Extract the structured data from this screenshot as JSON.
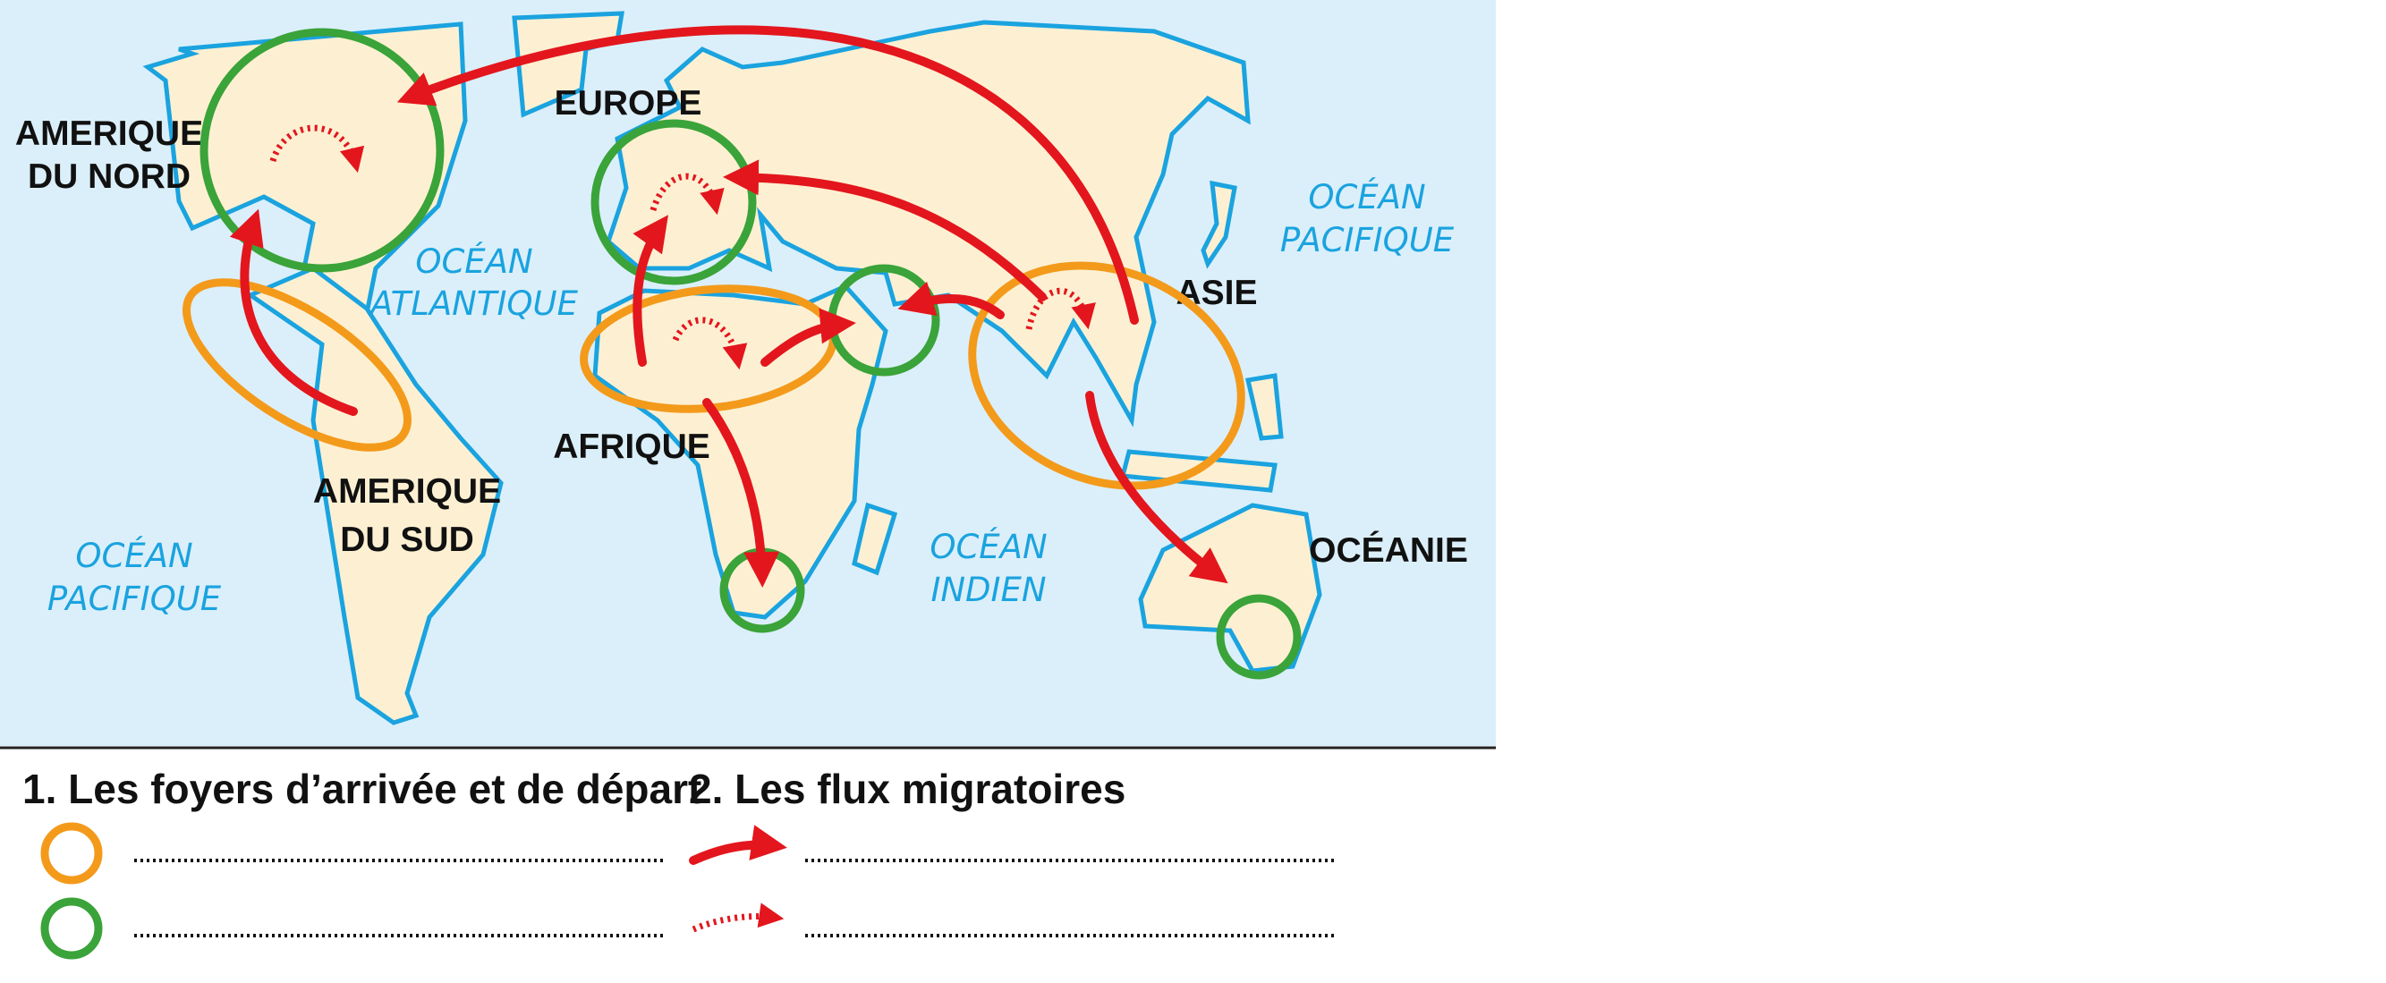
{
  "map": {
    "ocean_labels": {
      "atlantique": [
        "OCÉAN",
        "ATLANTIQUE"
      ],
      "pacifique_west": [
        "OCÉAN",
        "PACIFIQUE"
      ],
      "pacifique_east": [
        "OCÉAN",
        "PACIFIQUE"
      ],
      "indien": [
        "OCÉAN",
        "INDIEN"
      ]
    },
    "continent_labels": {
      "amerique_nord": [
        "AMERIQUE",
        "DU NORD"
      ],
      "amerique_sud": [
        "AMERIQUE",
        "DU SUD"
      ],
      "europe": "EUROPE",
      "afrique": "AFRIQUE",
      "asie": "ASIE",
      "oceanie": "OCÉANIE"
    },
    "colors": {
      "ocean": "#dbeffa",
      "land": "#fdf0d2",
      "coast": "#1aa3df",
      "departure_ring": "#f39a1b",
      "arrival_ring": "#3aa339",
      "flow": "#e3161d"
    }
  },
  "legend": {
    "section1_title": "1. Les foyers d’arrivée et de départ",
    "section2_title": "2. Les flux migratoires",
    "items": [
      {
        "symbol": "orange-circle",
        "text": ""
      },
      {
        "symbol": "green-circle",
        "text": ""
      },
      {
        "symbol": "solid-arrow",
        "text": ""
      },
      {
        "symbol": "dotted-arrow",
        "text": ""
      }
    ]
  }
}
